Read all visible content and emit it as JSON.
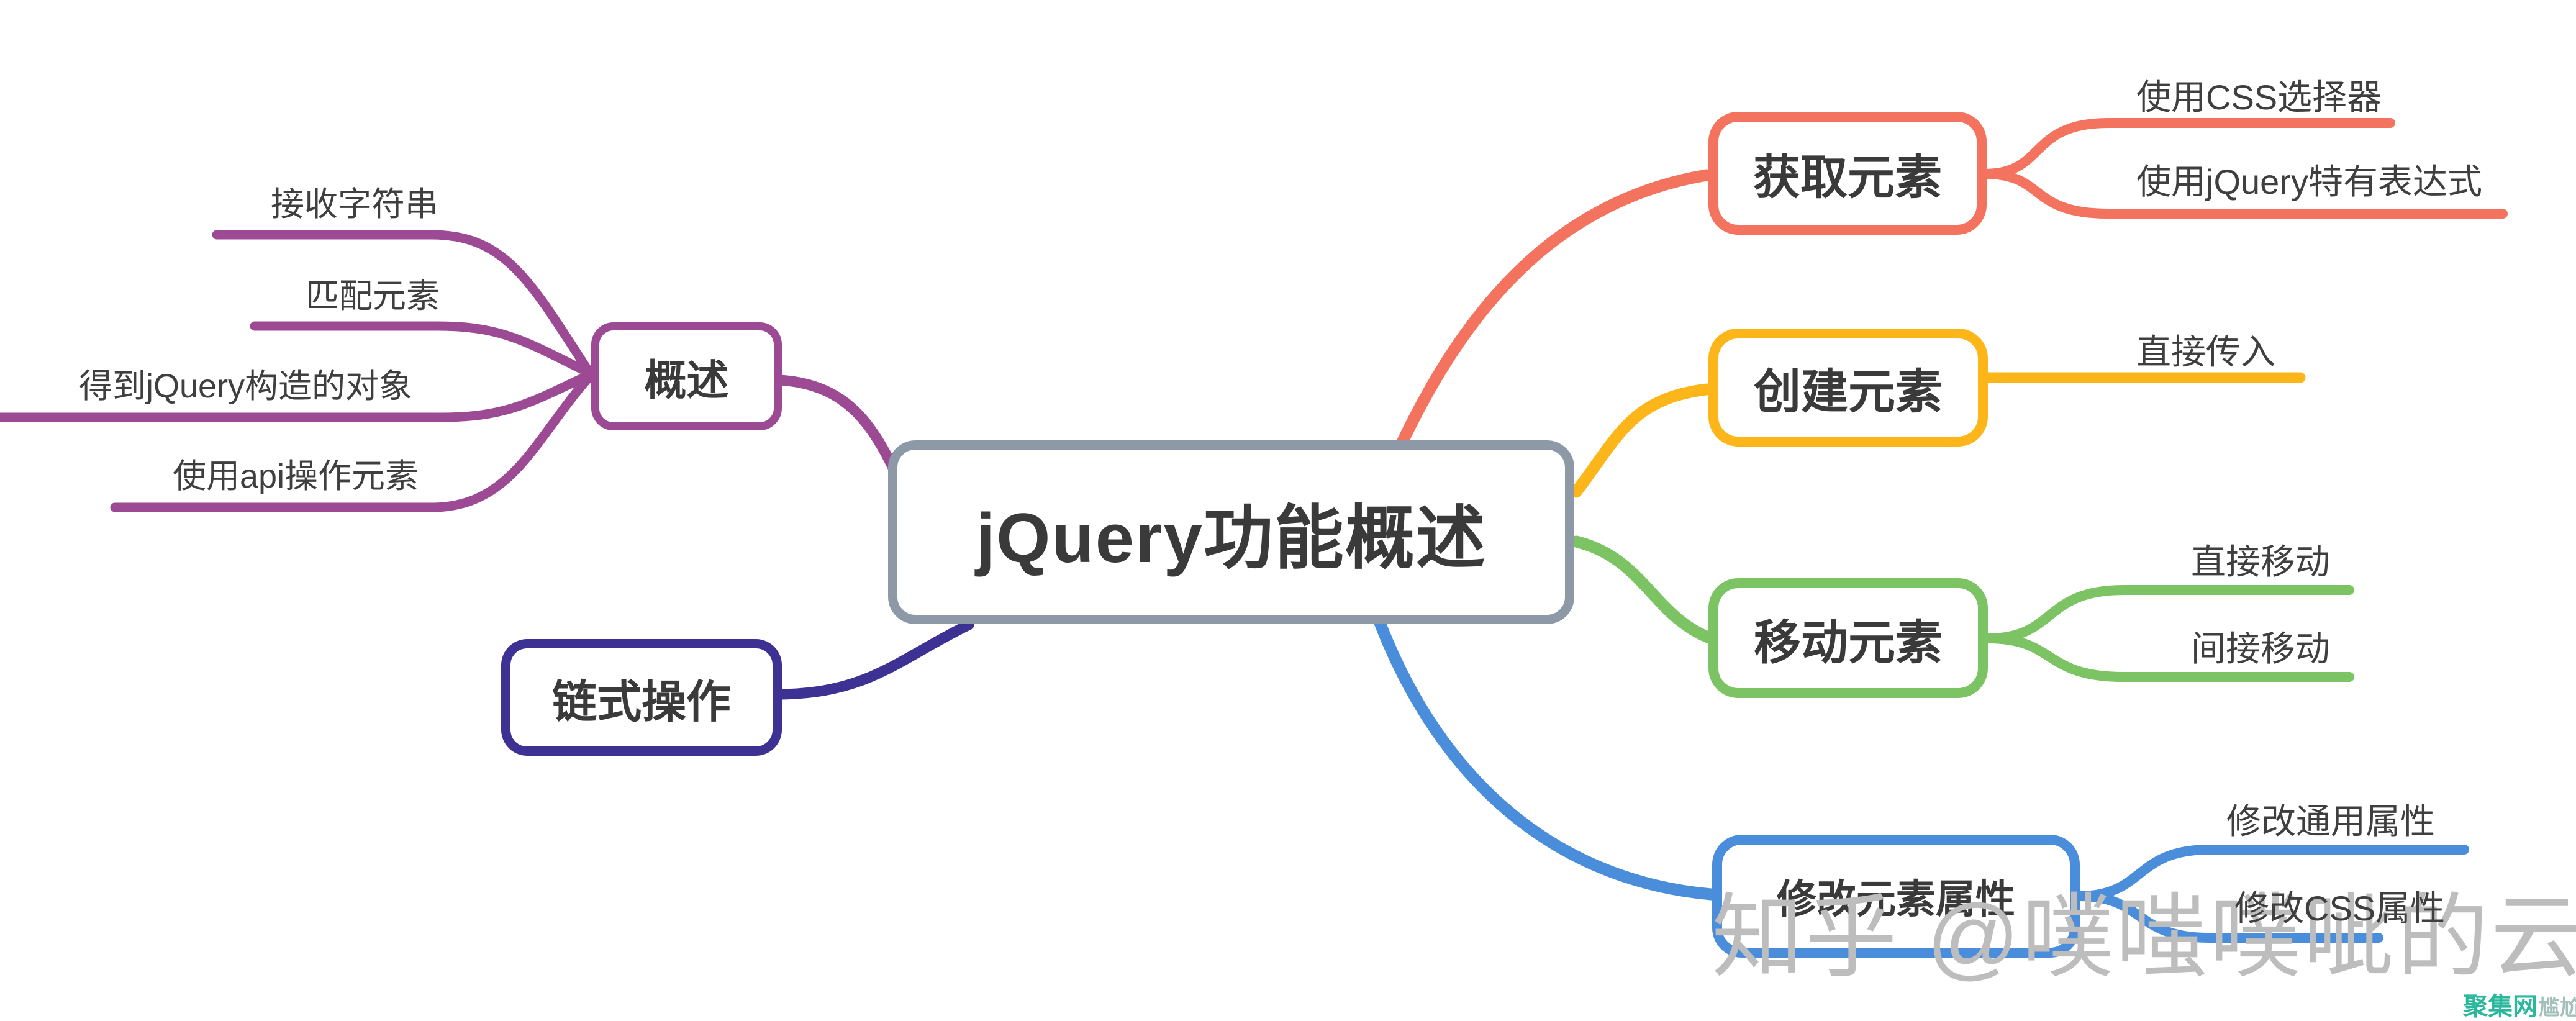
{
  "root": {
    "label": "jQuery功能概述",
    "border_color": "#8e99a8"
  },
  "left": {
    "overview": {
      "label": "概述",
      "color": "#9c4a94",
      "children": [
        "接收字符串",
        "匹配元素",
        "得到jQuery构造的对象",
        "使用api操作元素"
      ]
    },
    "chain": {
      "label": "链式操作",
      "color": "#3d3193"
    }
  },
  "right": {
    "get": {
      "label": "获取元素",
      "color": "#f4735f",
      "children": [
        "使用CSS选择器",
        "使用jQuery特有表达式"
      ]
    },
    "create": {
      "label": "创建元素",
      "color": "#fcb61a",
      "children": [
        "直接传入"
      ]
    },
    "move": {
      "label": "移动元素",
      "color": "#7cc363",
      "children": [
        "直接移动",
        "间接移动"
      ]
    },
    "modify": {
      "label": "修改元素属性",
      "color": "#4a8edb",
      "children": [
        "修改通用属性",
        "修改CSS属性"
      ]
    }
  },
  "watermark": {
    "text": "知乎 @噗嗤噗呲的云ai",
    "color": "#bdbdbd"
  },
  "footer": {
    "brand": "聚集网",
    "tagline": "尴尬风流",
    "brand_color": "#2bb79b"
  }
}
